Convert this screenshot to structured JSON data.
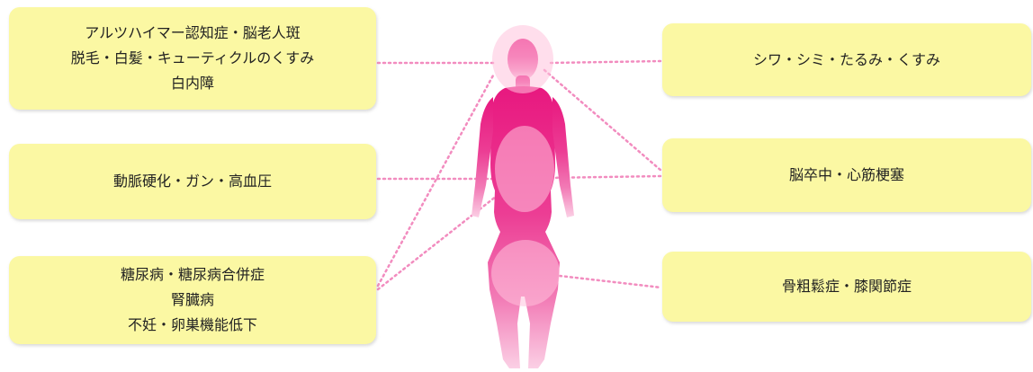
{
  "colors": {
    "box_fill": "#fbf8a3",
    "connector": "#f28cbf",
    "body": "#e8187f",
    "highlight": "#ffc2dc"
  },
  "left_boxes": {
    "head": {
      "lines": [
        "アルツハイマー認知症・脳老人斑",
        "脱毛・白髪・キューティクルのくすみ",
        "白内障"
      ]
    },
    "chest": {
      "lines": [
        "動脈硬化・ガン・高血圧"
      ]
    },
    "abdomen": {
      "lines": [
        "糖尿病・糖尿病合併症",
        "腎臓病",
        "不妊・卵巣機能低下"
      ]
    }
  },
  "right_boxes": {
    "skin": {
      "lines": [
        "シワ・シミ・たるみ・くすみ"
      ]
    },
    "heart": {
      "lines": [
        "脳卒中・心筋梗塞"
      ]
    },
    "bone": {
      "lines": [
        "骨粗鬆症・膝関節症"
      ]
    }
  }
}
